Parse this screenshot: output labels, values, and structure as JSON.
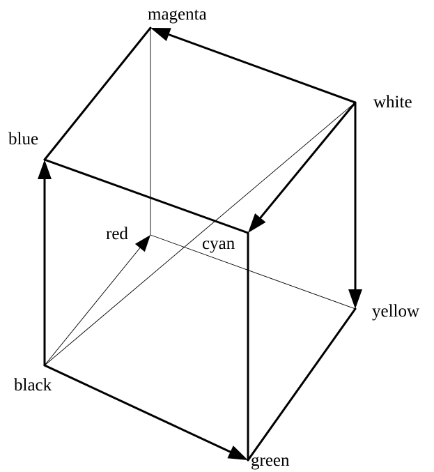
{
  "diagram": {
    "type": "rgb-color-cube",
    "stroke_color": "#000000",
    "background_color": "#ffffff",
    "vertices": {
      "black": {
        "label": "black"
      },
      "red": {
        "label": "red"
      },
      "green": {
        "label": "green"
      },
      "blue": {
        "label": "blue"
      },
      "cyan": {
        "label": "cyan"
      },
      "magenta": {
        "label": "magenta"
      },
      "yellow": {
        "label": "yellow"
      },
      "white": {
        "label": "white"
      }
    },
    "edges": [
      {
        "from": "black",
        "to": "blue",
        "style": "thick",
        "arrow": true
      },
      {
        "from": "black",
        "to": "green",
        "style": "thick",
        "arrow": true
      },
      {
        "from": "black",
        "to": "red",
        "style": "thin",
        "arrow": true
      },
      {
        "from": "black",
        "to": "white",
        "style": "thin",
        "arrow": false
      },
      {
        "from": "blue",
        "to": "magenta",
        "style": "thick",
        "arrow": false
      },
      {
        "from": "blue",
        "to": "cyan",
        "style": "thick",
        "arrow": false
      },
      {
        "from": "white",
        "to": "magenta",
        "style": "thick",
        "arrow": true
      },
      {
        "from": "white",
        "to": "cyan",
        "style": "thick",
        "arrow": true
      },
      {
        "from": "white",
        "to": "yellow",
        "style": "thick",
        "arrow": true
      },
      {
        "from": "cyan",
        "to": "green",
        "style": "thick",
        "arrow": false
      },
      {
        "from": "yellow",
        "to": "green",
        "style": "thick",
        "arrow": false
      },
      {
        "from": "red",
        "to": "magenta",
        "style": "thin",
        "arrow": false
      },
      {
        "from": "red",
        "to": "yellow",
        "style": "thin",
        "arrow": false
      }
    ]
  }
}
